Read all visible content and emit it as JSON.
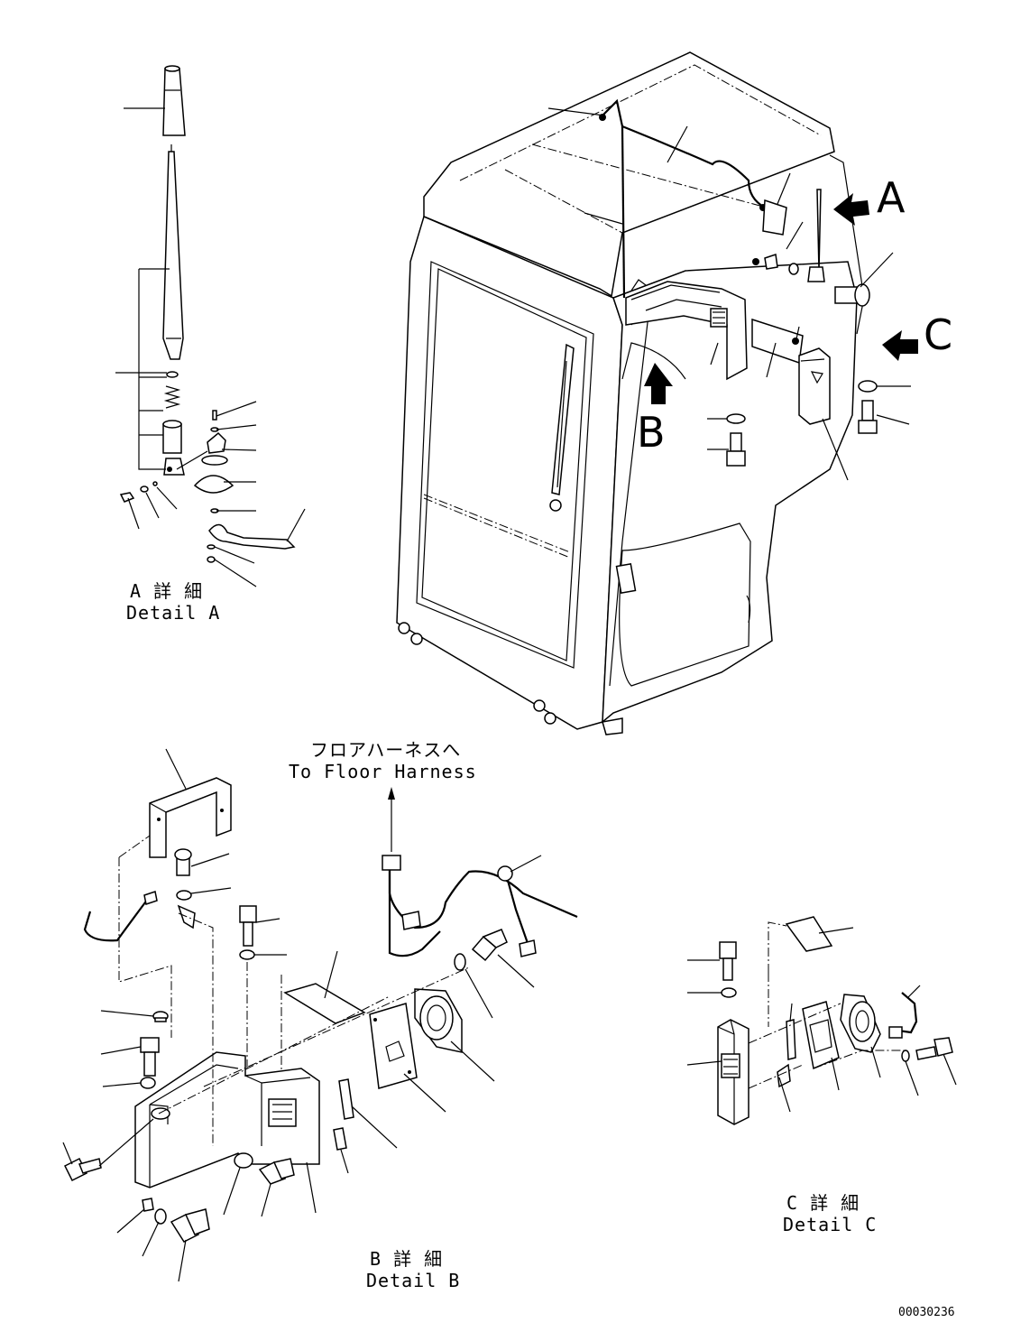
{
  "labels": {
    "detail_a_jp": "A 詳 細",
    "detail_a_en": "Detail A",
    "detail_b_jp": "B 詳 細",
    "detail_b_en": "Detail B",
    "detail_c_jp": "C 詳 細",
    "detail_c_en": "Detail C",
    "to_floor_jp": "フロアハーネスへ",
    "to_floor_en": "To Floor Harness",
    "drawing_number": "00030236"
  },
  "view_markers": [
    "A",
    "B",
    "C"
  ]
}
